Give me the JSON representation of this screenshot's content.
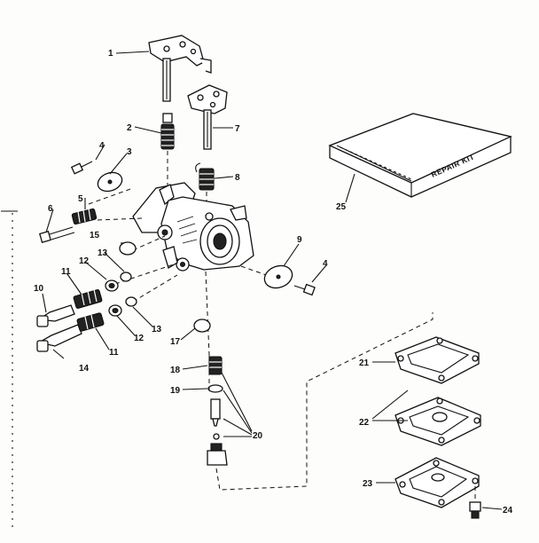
{
  "diagram": {
    "kit_label": "REPAIR KIT",
    "callouts": [
      {
        "id": "c1",
        "text": "1"
      },
      {
        "id": "c2",
        "text": "2"
      },
      {
        "id": "c3",
        "text": "3"
      },
      {
        "id": "c4a",
        "text": "4"
      },
      {
        "id": "c4b",
        "text": "4"
      },
      {
        "id": "c5",
        "text": "5"
      },
      {
        "id": "c6",
        "text": "6"
      },
      {
        "id": "c7",
        "text": "7"
      },
      {
        "id": "c8",
        "text": "8"
      },
      {
        "id": "c9",
        "text": "9"
      },
      {
        "id": "c10",
        "text": "10"
      },
      {
        "id": "c11a",
        "text": "11"
      },
      {
        "id": "c11b",
        "text": "11"
      },
      {
        "id": "c12a",
        "text": "12"
      },
      {
        "id": "c12b",
        "text": "12"
      },
      {
        "id": "c13a",
        "text": "13"
      },
      {
        "id": "c13b",
        "text": "13"
      },
      {
        "id": "c14",
        "text": "14"
      },
      {
        "id": "c15",
        "text": "15"
      },
      {
        "id": "c17",
        "text": "17"
      },
      {
        "id": "c18",
        "text": "18"
      },
      {
        "id": "c19",
        "text": "19"
      },
      {
        "id": "c20",
        "text": "20"
      },
      {
        "id": "c21",
        "text": "21"
      },
      {
        "id": "c22",
        "text": "22"
      },
      {
        "id": "c23",
        "text": "23"
      },
      {
        "id": "c24",
        "text": "24"
      },
      {
        "id": "c25",
        "text": "25"
      }
    ]
  }
}
